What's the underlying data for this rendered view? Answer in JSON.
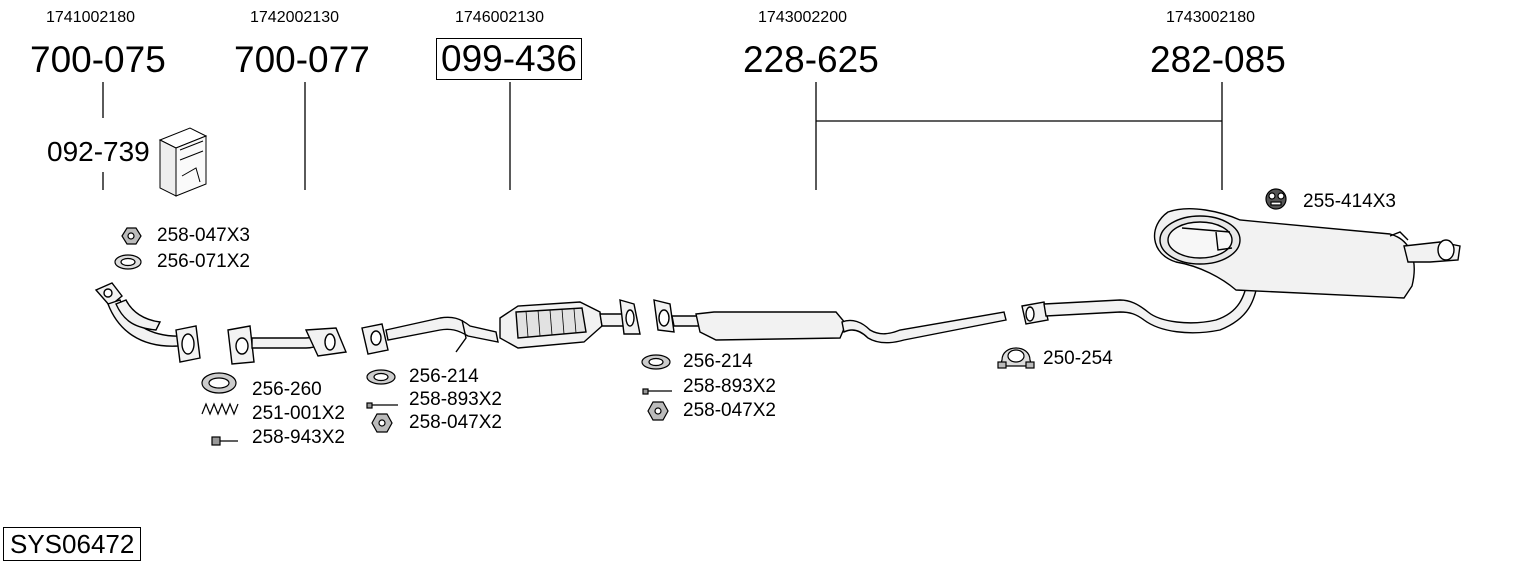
{
  "system_id": "SYS06472",
  "columns": [
    {
      "oe_number": "1741002180",
      "part_number": "700-075",
      "highlighted": false
    },
    {
      "oe_number": "1742002130",
      "part_number": "700-077",
      "highlighted": false
    },
    {
      "oe_number": "1746002130",
      "part_number": "099-436",
      "highlighted": true
    },
    {
      "oe_number": "1743002200",
      "part_number": "228-625",
      "highlighted": false
    },
    {
      "oe_number": "1743002180",
      "part_number": "282-085",
      "highlighted": false
    }
  ],
  "kit": {
    "part_number": "092-739",
    "icon": "mounting-kit-box-icon"
  },
  "accessories": {
    "group_front": [
      "258-047X3",
      "256-071X2"
    ],
    "group_pipe1": [
      "256-260",
      "251-001X2",
      "258-943X2"
    ],
    "group_cat": [
      "256-214",
      "258-893X2",
      "258-047X2"
    ],
    "group_mid": [
      "256-214",
      "258-893X2",
      "258-047X2"
    ],
    "clamp": "250-254",
    "rear_hanger": "255-414X3"
  }
}
